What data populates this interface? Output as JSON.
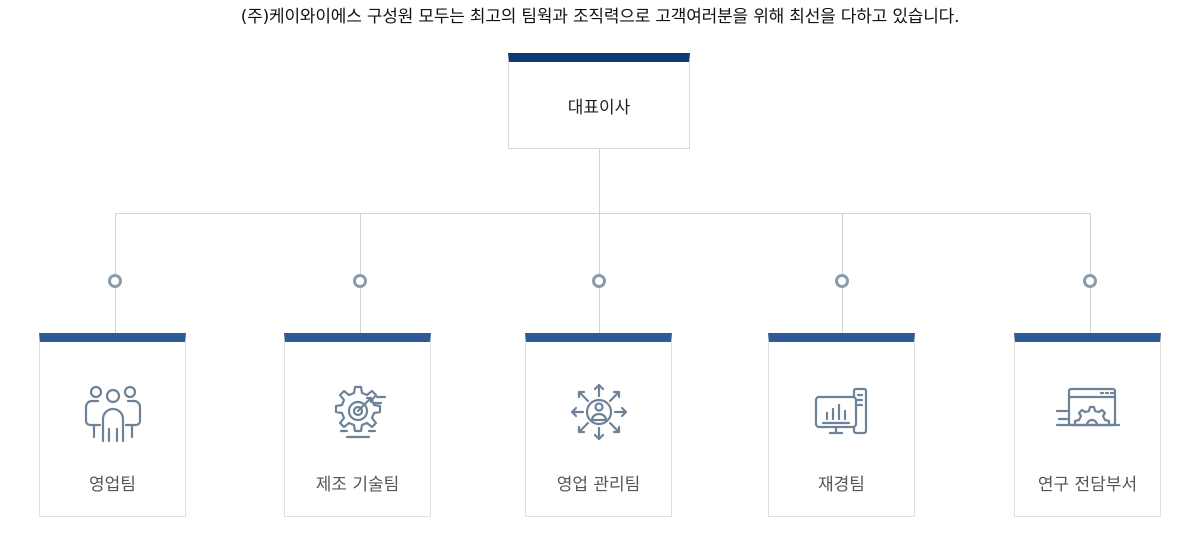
{
  "intro_text": "(주)케이와이에스 구성원 모두는 최고의 팀웍과 조직력으로 고객여러분을 위해 최선을 다하고 있습니다.",
  "ceo": {
    "label": "대표이사"
  },
  "departments": [
    {
      "label": "영업팀",
      "icon": "team-people-icon"
    },
    {
      "label": "제조 기술팀",
      "icon": "gear-target-icon"
    },
    {
      "label": "영업 관리팀",
      "icon": "person-arrows-icon"
    },
    {
      "label": "재경팀",
      "icon": "monitor-chart-icon"
    },
    {
      "label": "연구 전담부서",
      "icon": "gear-browser-icon"
    }
  ],
  "colors": {
    "ceo_bar": "#0d3a72",
    "dept_bar": "#2e5a96",
    "icon_stroke": "#6e8297",
    "connector": "#d3d3d3",
    "node_ring": "#8a9bab"
  }
}
